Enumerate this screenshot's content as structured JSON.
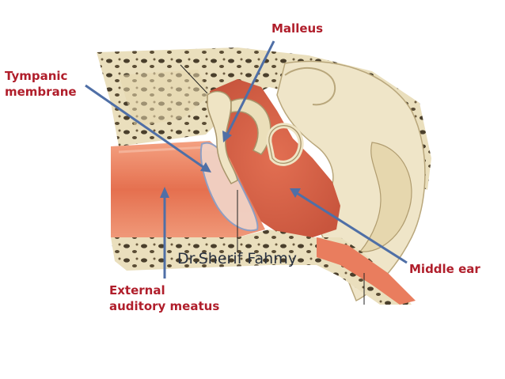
{
  "labels": {
    "malleus": "Malleus",
    "tympanic_membrane": "Tympanic\nmembrane",
    "middle_ear": "Middle ear",
    "external_auditory_meatus": "External\nauditory meatus"
  },
  "watermark": "Dr.Sherif Fahmy",
  "colors": {
    "label": "#b01e2b",
    "arrow": "#4f6fa6",
    "bone": "#e9dcb6",
    "canal": "#e97d5e",
    "cavity": "#d9654a",
    "membrane": "#f1d2c5"
  }
}
